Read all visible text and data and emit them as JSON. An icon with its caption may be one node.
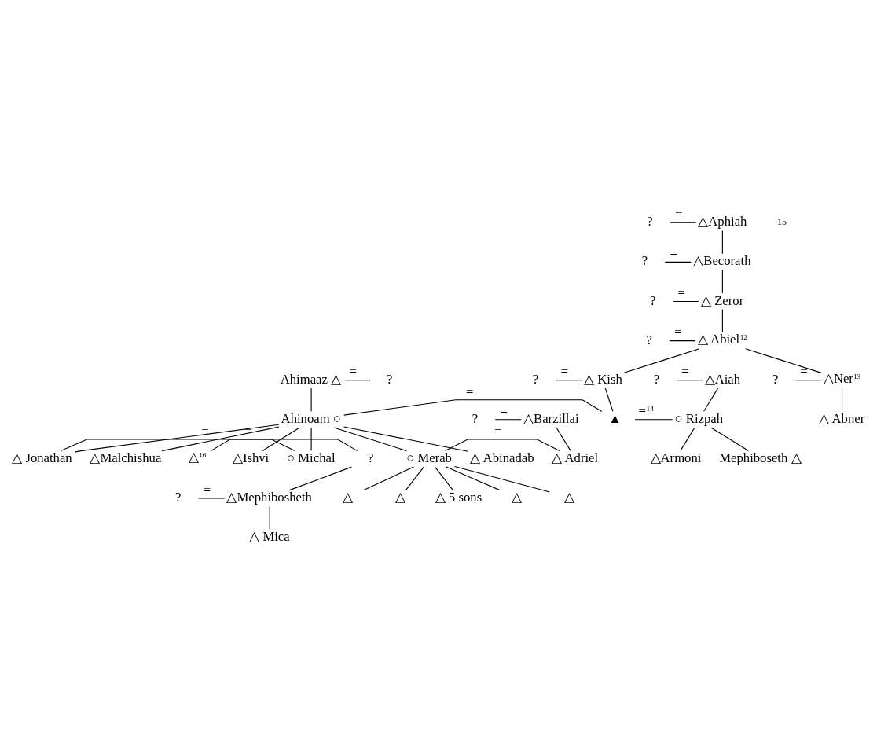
{
  "diagram": {
    "nodes": [
      {
        "text": [
          "?"
        ]
      },
      {
        "text": [
          "△Aphiah"
        ]
      },
      {
        "text": [
          "?"
        ]
      },
      {
        "text": [
          "△Becorath"
        ]
      },
      {
        "text": [
          "?"
        ]
      },
      {
        "text": [
          "△ Zeror"
        ]
      },
      {
        "text": [
          "?"
        ]
      },
      {
        "text": [
          "△ Abiel$^{12}$"
        ]
      },
      {
        "text": [
          "?"
        ]
      },
      {
        "text": [
          "△ Kish"
        ]
      },
      {
        "text": [
          "?"
        ]
      },
      {
        "text": [
          "△Ner$^{13}$"
        ]
      },
      {
        "text": [
          "Ahimaaz △"
        ]
      },
      {
        "text": [
          "?"
        ]
      },
      {
        "text": [
          "?"
        ]
      },
      {
        "text": [
          "△Aiah"
        ]
      },
      {
        "text": [
          "Ahinoam ○"
        ]
      },
      {
        "text": [
          "▲"
        ]
      },
      {
        "text": [
          "○ Rizpah"
        ]
      },
      {
        "text": [
          "△ Abner"
        ]
      },
      {
        "text": [
          "Mephiboseth △"
        ]
      },
      {
        "text": [
          "△Armoni"
        ]
      },
      {
        "text": [
          "△ Jonathan"
        ]
      },
      {
        "text": [
          "?"
        ]
      },
      {
        "text": [
          "△ Abinadab"
        ]
      },
      {
        "text": [
          "△Ishvi"
        ]
      },
      {
        "text": [
          "△Malchishua"
        ]
      },
      {
        "text": [
          "?"
        ]
      },
      {
        "text": [
          "△Barzillai"
        ]
      },
      {
        "text": [
          "○ Merab"
        ]
      },
      {
        "text": [
          "△ Adriel"
        ]
      },
      {
        "text": [
          "△$^{16}$"
        ]
      },
      {
        "text": [
          "○ Michal"
        ]
      },
      {
        "text": [
          "?"
        ]
      },
      {
        "text": [
          "△Mephibosheth"
        ]
      },
      {
        "text": [
          "△ Mica"
        ]
      },
      {
        "text": [
          "△"
        ]
      },
      {
        "text": [
          "△"
        ]
      },
      {
        "text": [
          "△"
        ]
      },
      {
        "text": [
          "△"
        ]
      },
      {
        "text": [
          "△ 5 sons"
        ]
      }
    ],
    "edges": [
      {
        "from": 0,
        "to": 1,
        "arrow": "none",
        "label": "="
      },
      {
        "from": 1,
        "to": 3,
        "arrow": "none"
      },
      {
        "from": 2,
        "to": 3,
        "arrow": "none",
        "label": "="
      },
      {
        "from": 3,
        "to": 5,
        "arrow": "none"
      },
      {
        "from": 4,
        "to": 5,
        "arrow": "none",
        "label": "="
      },
      {
        "from": 5,
        "to": 7,
        "arrow": "none"
      },
      {
        "from": 6,
        "to": 7,
        "arrow": "none",
        "label": "="
      },
      {
        "from": 7,
        "to": 9,
        "arrow": "none"
      },
      {
        "from": 7,
        "to": 11,
        "arrow": "none"
      },
      {
        "from": 8,
        "to": 9,
        "arrow": "none",
        "label": "="
      },
      {
        "from": 10,
        "to": 11,
        "arrow": "none",
        "label": "="
      },
      {
        "from": 12,
        "to": 13,
        "arrow": "none",
        "label": "="
      },
      {
        "from": 14,
        "to": 15,
        "arrow": "none",
        "label": "="
      },
      {
        "from": 9,
        "to": 17,
        "arrow": "none"
      },
      {
        "from": 11,
        "to": 19,
        "arrow": "none"
      },
      {
        "from": 12,
        "to": 16,
        "arrow": "none"
      },
      {
        "from": 15,
        "to": 18,
        "arrow": "none"
      },
      {
        "from": 16,
        "to": 17,
        "arrow": "none",
        "label": "="
      },
      {
        "from": 17,
        "to": 18,
        "arrow": "none",
        "label": "=$^{14}$"
      },
      {
        "from": 18,
        "to": 20,
        "arrow": "none"
      },
      {
        "from": 18,
        "to": 21,
        "arrow": "none"
      },
      {
        "from": 16,
        "to": 22,
        "arrow": "none"
      },
      {
        "from": 16,
        "to": 24,
        "arrow": "none"
      },
      {
        "from": 16,
        "to": 25,
        "arrow": "none"
      },
      {
        "from": 16,
        "to": 26,
        "arrow": "none"
      },
      {
        "from": 16,
        "to": 29,
        "arrow": "none"
      },
      {
        "from": 16,
        "to": 32,
        "arrow": "none"
      },
      {
        "from": 22,
        "to": 23,
        "arrow": "none",
        "label": "="
      },
      {
        "from": 27,
        "to": 28,
        "arrow": "none",
        "label": "="
      },
      {
        "from": 28,
        "to": 30,
        "arrow": "none"
      },
      {
        "from": 29,
        "to": 30,
        "arrow": "none",
        "label": "="
      },
      {
        "from": 31,
        "to": 32,
        "arrow": "none",
        "label": "="
      },
      {
        "from": 23,
        "to": 34,
        "arrow": "none"
      },
      {
        "from": 33,
        "to": 34,
        "arrow": "none",
        "label": "="
      },
      {
        "from": 34,
        "to": 35,
        "arrow": "none"
      },
      {
        "from": 29,
        "to": 36,
        "arrow": "none"
      },
      {
        "from": 29,
        "to": 37,
        "arrow": "none"
      },
      {
        "from": 29,
        "to": 38,
        "arrow": "none"
      },
      {
        "from": 29,
        "to": 39,
        "arrow": "none"
      },
      {
        "from": 29,
        "to": 40,
        "arrow": "none"
      }
    ],
    "labels": [
      "15"
    ]
  }
}
